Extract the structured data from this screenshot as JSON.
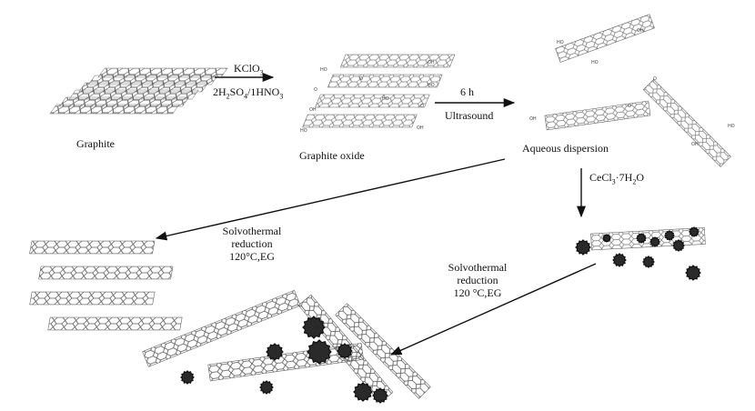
{
  "labels": {
    "graphite": "Graphite",
    "reagent_top": "KClO",
    "reagent_top_sub": "3",
    "acid_1": "2H",
    "acid_1_sub": "2",
    "acid_2": "SO",
    "acid_2_sub": "4",
    "acid_3": "/1HNO",
    "acid_3_sub": "3",
    "graphite_oxide": "Graphite oxide",
    "time": "6 h",
    "ultrasound": "Ultrasound",
    "aqueous": "Aqueous dispersion",
    "cecl_1": "CeCl",
    "cecl_sub1": "3",
    "cecl_2": "·7H",
    "cecl_sub2": "2",
    "cecl_3": "O",
    "solvo_left_1": "Solvothermal",
    "solvo_left_2": "reduction",
    "solvo_left_3": "120°C,EG",
    "solvo_right_1": "Solvothermal",
    "solvo_right_2": "reduction",
    "solvo_right_3": "120 °C,EG"
  },
  "functional_groups": [
    "HO",
    "OH",
    "O"
  ]
}
